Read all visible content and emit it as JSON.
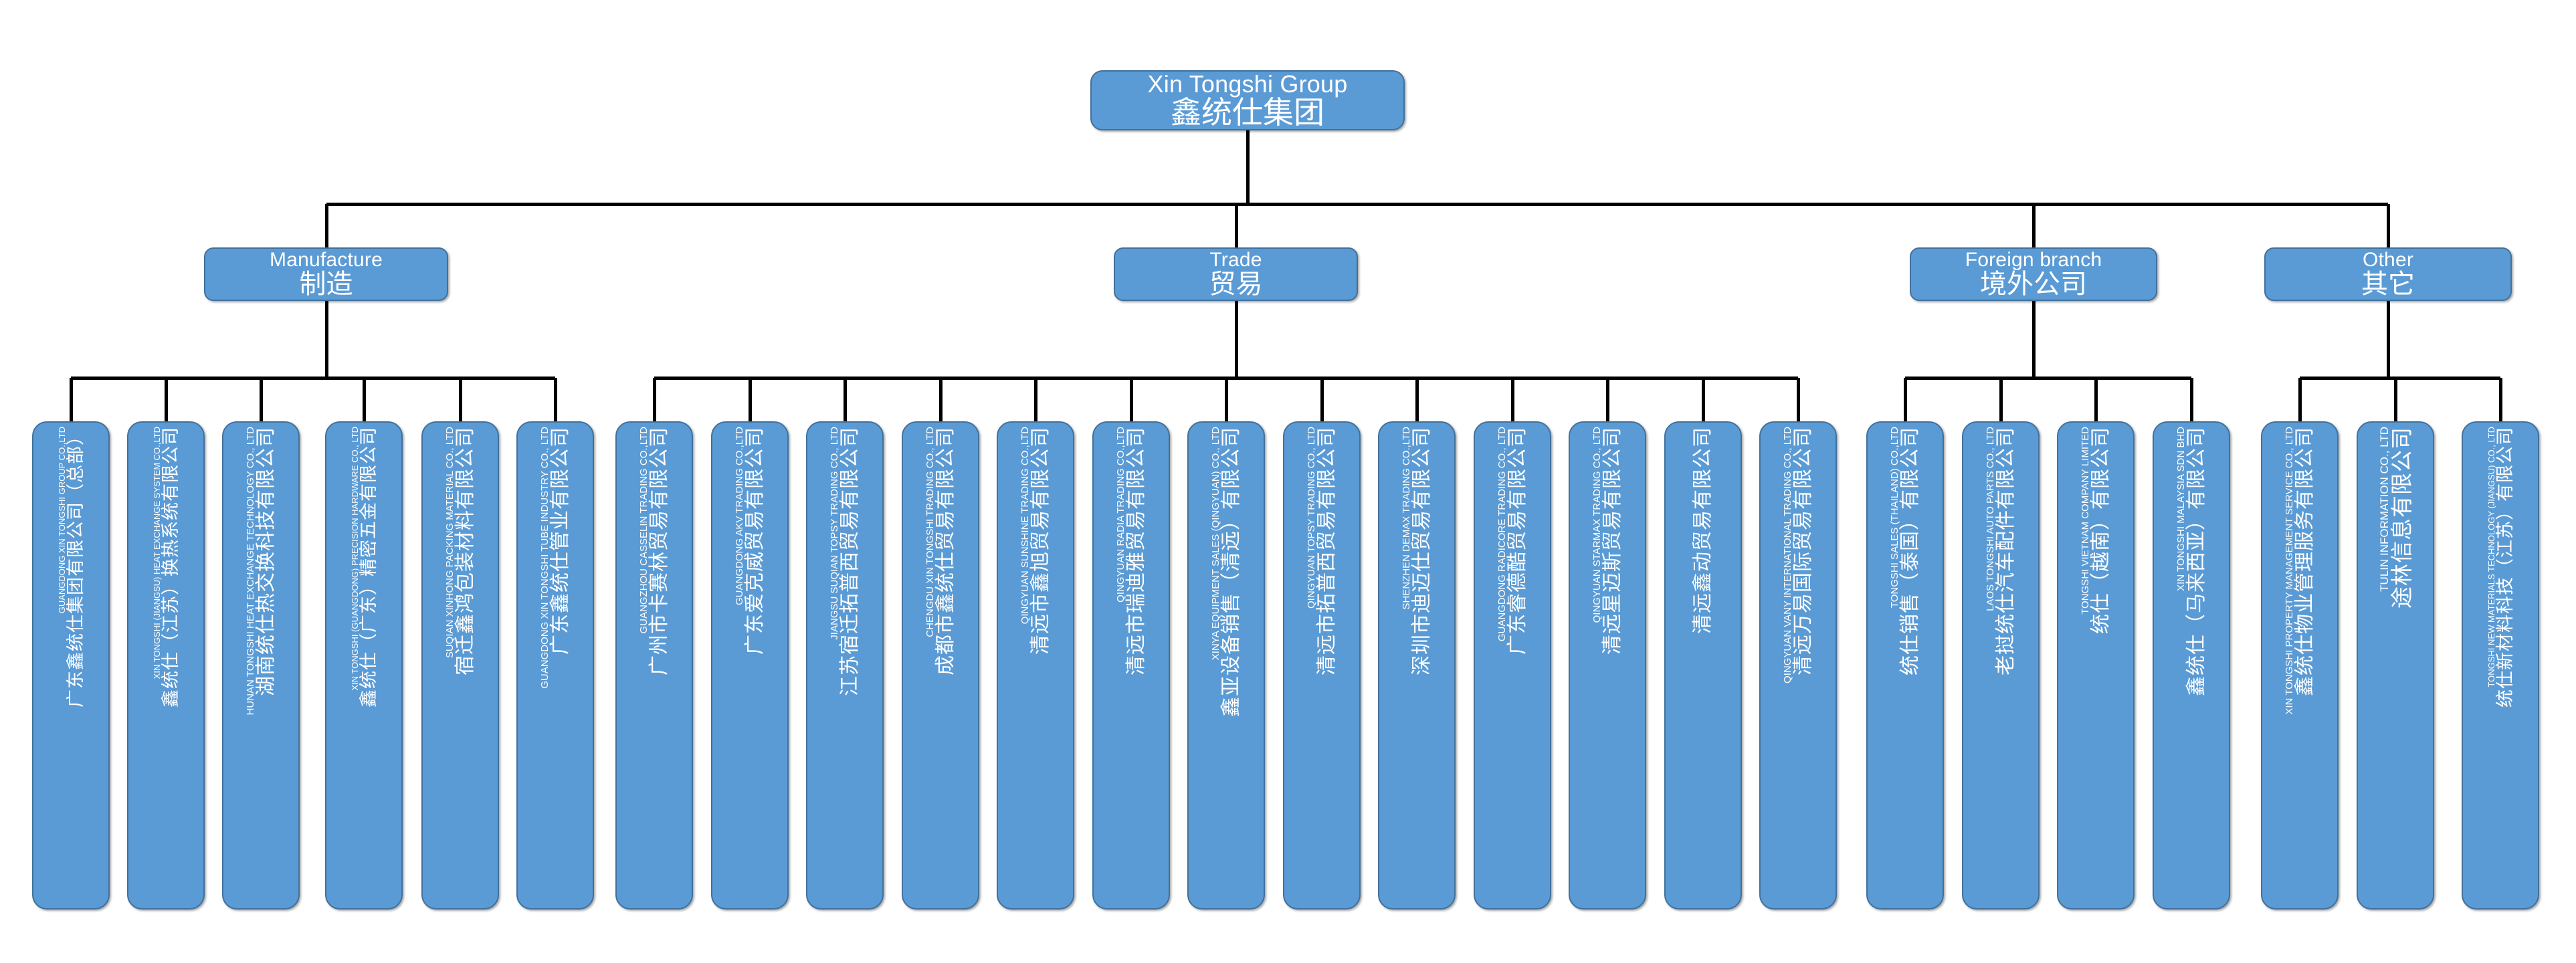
{
  "theme": {
    "node_fill": "#5b9bd5",
    "node_border": "#41719c",
    "node_text": "#ffffff",
    "connector": "#000000",
    "background": "#ffffff"
  },
  "root": {
    "en": "Xin Tongshi Group",
    "zh": "鑫统仕集团"
  },
  "categories": [
    {
      "en": "Manufacture",
      "zh": "制造"
    },
    {
      "en": "Trade",
      "zh": "贸易"
    },
    {
      "en": "Foreign branch",
      "zh": "境外公司"
    },
    {
      "en": "Other",
      "zh": "其它"
    }
  ],
  "manufacture": [
    {
      "en": "GUANGDONG XIN TONGSHI GROUP CO.,LTD",
      "zh": "广东鑫统仕集团有限公司（总部）"
    },
    {
      "en": "XIN TONGSHI (JIANGSU) HEAT EXCHANGE SYSTEM CO.,LTD",
      "zh": "鑫统仕（江苏）换热系统有限公司"
    },
    {
      "en": "HUNAN TONGSHI HEAT EXCHANGE TECHNOLOGY CO., LTD",
      "zh": "湖南统仕热交换科技有限公司"
    },
    {
      "en": "XIN TONGSHI (GUANGDONG) PRECISION HARDWARE CO., LTD",
      "zh": "鑫统仕（广东）精密五金有限公司"
    },
    {
      "en": "SUQIAN XINHONG PACKING MATERIAL CO., LTD",
      "zh": "宿迁鑫鸿包装材料有限公司"
    },
    {
      "en": "GUANGDONG XIN TONGSHI TUBE INDUSTRY CO., LTD",
      "zh": "广东鑫统仕管业有限公司"
    }
  ],
  "trade": [
    {
      "en": "GUANGZHOU CASSELIN TRADING CO.,LTD",
      "zh": "广州市卡赛林贸易有限公司"
    },
    {
      "en": "GUANGDONG AKV TRADING CO.,LTD",
      "zh": "广东爱克威贸易有限公司"
    },
    {
      "en": "JIANGSU SUQIAN TOPSY TRADING CO., LTD",
      "zh": "江苏宿迁拓普西贸易有限公司"
    },
    {
      "en": "CHENGDU XIN TONGSHI TRADING CO., LTD",
      "zh": "成都市鑫统仕贸易有限公司"
    },
    {
      "en": "QINGYUAN SUNSHINE TRADING CO.,LTD",
      "zh": "清远市鑫旭贸易有限公司"
    },
    {
      "en": "QINGYUAN RADIA TRADING CO.,LTD",
      "zh": "清远市瑞迪雅贸易有限公司"
    },
    {
      "en": "XINYA EQUIPMENT SALES (QINGYUAN) CO., LTD",
      "zh": "鑫亚设备销售（清远）有限公司"
    },
    {
      "en": "QINGYUAN TOPSY TRADING CO., LTD",
      "zh": "清远市拓普西贸易有限公司"
    },
    {
      "en": "SHENZHEN DEMAX TRADING CO.,LTD",
      "zh": "深圳市迪迈仕贸易有限公司"
    },
    {
      "en": "GUANGDONG RADICORE TRADING CO., LTD",
      "zh": "广东睿德酷贸易有限公司"
    },
    {
      "en": "QINGYUAN STARMAX TRADING CO., LTD",
      "zh": "清远星迈斯贸易有限公司"
    },
    {
      "en": "",
      "zh": "清远鑫动贸易有限公司"
    },
    {
      "en": "QINGYUAN VANY INTERNATIONAL TRADING CO., LTD",
      "zh": "清远万易国际贸易有限公司"
    }
  ],
  "foreign": [
    {
      "en": "TONGSHI SALES (THAILAND) CO.,LTD",
      "zh": "统仕销售（泰国）有限公司"
    },
    {
      "en": "LAOS TONGSHI AUTO PARTS CO., LTD",
      "zh": "老挝统仕汽车配件有限公司"
    },
    {
      "en": "TONGSHI VIETNAM COMPANY LIMITED",
      "zh": "统仕（越南）有限公司"
    },
    {
      "en": "XIN TONGSHI MALAYSIA SDN BHD",
      "zh": "鑫统仕（马来西亚）有限公司"
    }
  ],
  "other": [
    {
      "en": "XIN TONGSHI PROPERTY MANAGEMENT SERVICE CO., LTD",
      "zh": "鑫统仕物业管理服务有限公司"
    },
    {
      "en": "TULIN INFORMATION CO., LTD",
      "zh": "途林信息有限公司"
    },
    {
      "en": "TONGSHI NEW MATERIALS TECHNOLOGY (JIANGSU) CO., LTD",
      "zh": "统仕新材料科技（江苏）有限公司"
    }
  ]
}
